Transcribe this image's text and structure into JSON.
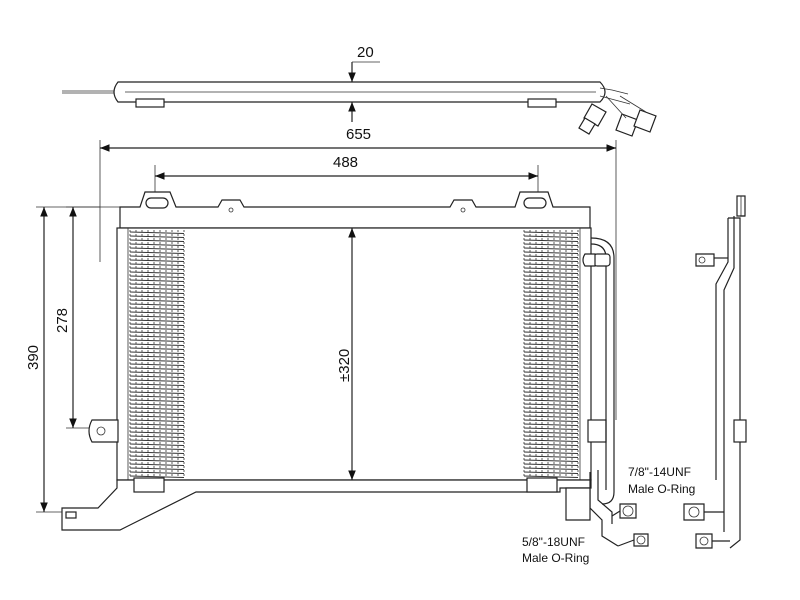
{
  "dimensions": {
    "thickness": "20",
    "overall_width": "655",
    "mount_spacing": "488",
    "overall_height": "390",
    "side_height": "278",
    "core_height": "±320"
  },
  "fittings": {
    "upper": {
      "size": "7/8\"-14UNF",
      "type": "Male O-Ring"
    },
    "lower": {
      "size": "5/8\"-18UNF",
      "type": "Male O-Ring"
    }
  }
}
